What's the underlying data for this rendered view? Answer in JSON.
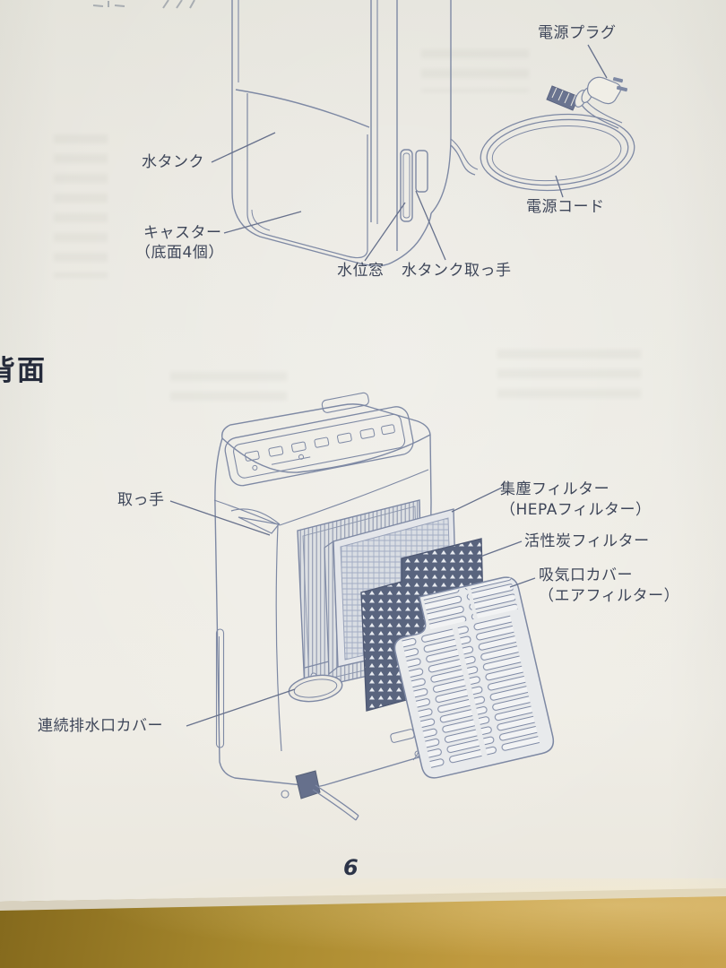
{
  "page": {
    "number": "6",
    "section_heading": "背面"
  },
  "front_diagram": {
    "labels": {
      "water_tank": "水タンク",
      "casters": "キャスター",
      "casters_note": "（底面4個）",
      "water_level_window": "水位窓",
      "tank_handle": "水タンク取っ手",
      "power_plug": "電源プラグ",
      "power_cord": "電源コード"
    }
  },
  "back_diagram": {
    "labels": {
      "handle": "取っ手",
      "dust_filter": "集塵フィルター",
      "dust_filter_note": "（HEPAフィルター）",
      "carbon_filter": "活性炭フィルター",
      "intake_cover": "吸気口カバー",
      "intake_cover_note": "（エアフィルター）",
      "drain_cover": "連続排水口カバー"
    }
  },
  "colors": {
    "line_art": "#7e89a4",
    "leader_line": "#67718c",
    "carbon_filter_fill": "#59647e",
    "label_text": "#3e4659",
    "paper": "#eae8e1",
    "wood": "#b08c3a"
  }
}
